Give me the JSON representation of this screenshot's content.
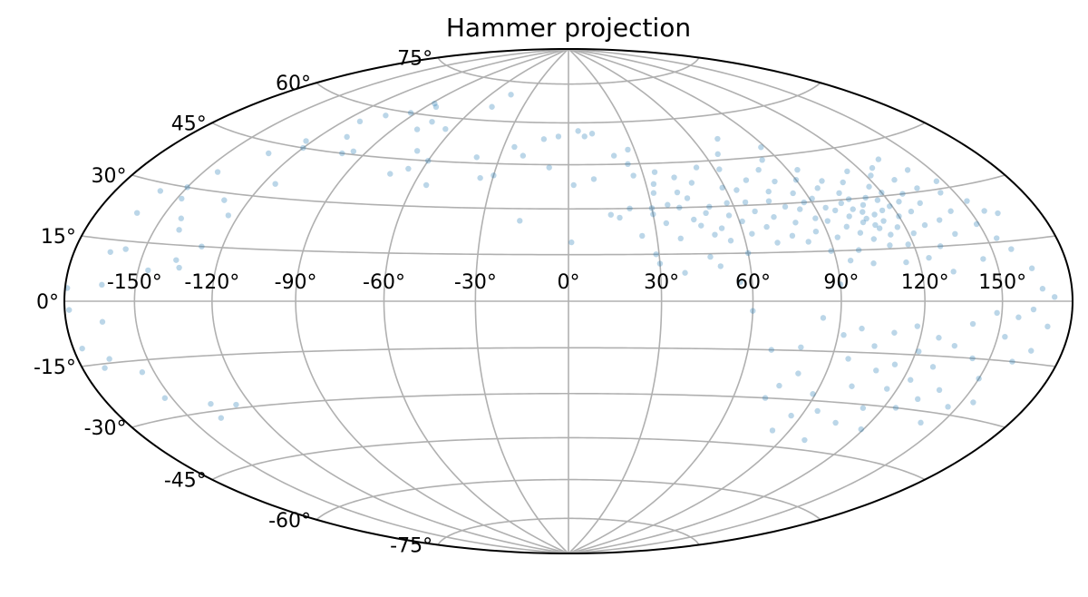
{
  "chart_data": {
    "type": "scatter",
    "projection": "hammer",
    "title": "Hammer projection",
    "grid": true,
    "lon_ticks": [
      -150,
      -120,
      -90,
      -60,
      -30,
      0,
      30,
      60,
      90,
      120,
      150
    ],
    "lon_tick_labels": [
      "-150°",
      "-120°",
      "-90°",
      "-60°",
      "-30°",
      "0°",
      "30°",
      "60°",
      "90°",
      "120°",
      "150°"
    ],
    "lat_ticks": [
      -75,
      -60,
      -45,
      -30,
      -15,
      0,
      15,
      30,
      45,
      60,
      75
    ],
    "lat_tick_labels": [
      "-75°",
      "-60°",
      "-45°",
      "-30°",
      "-15°",
      "0°",
      "15°",
      "30°",
      "45°",
      "60°",
      "75°"
    ],
    "point_color": "#1f77b4",
    "point_alpha": 0.3,
    "series": [
      {
        "points": [
          [
            -179,
            3
          ],
          [
            -178,
            -2
          ],
          [
            -176,
            -11
          ],
          [
            -170,
            -16
          ],
          [
            -166,
            -14
          ],
          [
            -164,
            -5
          ],
          [
            -164,
            4
          ],
          [
            -164,
            12
          ],
          [
            -162,
            22
          ],
          [
            -160,
            28
          ],
          [
            -158,
            13
          ],
          [
            -155,
            -18
          ],
          [
            -153,
            -25
          ],
          [
            -150,
            30
          ],
          [
            -148,
            27
          ],
          [
            -146,
            8
          ],
          [
            -144,
            35
          ],
          [
            -142,
            22
          ],
          [
            -140,
            19
          ],
          [
            -137,
            -32
          ],
          [
            -136,
            -28
          ],
          [
            -136,
            11
          ],
          [
            -134,
            9
          ],
          [
            -132,
            42
          ],
          [
            -130,
            28
          ],
          [
            -128,
            15
          ],
          [
            -126,
            -29
          ],
          [
            -124,
            24
          ],
          [
            -123,
            47
          ],
          [
            -120,
            45
          ],
          [
            -115,
            34
          ],
          [
            -112,
            55
          ],
          [
            -107,
            50
          ],
          [
            -104,
            58
          ],
          [
            -100,
            45
          ],
          [
            -96,
            46
          ],
          [
            -93,
            60
          ],
          [
            -88,
            64
          ],
          [
            -84,
            63
          ],
          [
            -78,
            55
          ],
          [
            -75,
            58
          ],
          [
            -72,
            40
          ],
          [
            -68,
            48
          ],
          [
            -66,
            42
          ],
          [
            -64,
            56
          ],
          [
            -60,
            45
          ],
          [
            -55,
            37
          ],
          [
            -50,
            65
          ],
          [
            -45,
            70
          ],
          [
            -40,
            47
          ],
          [
            -35,
            40
          ],
          [
            -30,
            41
          ],
          [
            -25,
            51
          ],
          [
            -20,
            48
          ],
          [
            -17,
            26
          ],
          [
            -12,
            54
          ],
          [
            -8,
            44
          ],
          [
            -5,
            55
          ],
          [
            1,
            19
          ],
          [
            2,
            38
          ],
          [
            5,
            57
          ],
          [
            8,
            55
          ],
          [
            10,
            40
          ],
          [
            12,
            56
          ],
          [
            15,
            28
          ],
          [
            18,
            27
          ],
          [
            20,
            48
          ],
          [
            22,
            30
          ],
          [
            25,
            45
          ],
          [
            25,
            21
          ],
          [
            26,
            41
          ],
          [
            27,
            50
          ],
          [
            29,
            15
          ],
          [
            30,
            30
          ],
          [
            30,
            28
          ],
          [
            30,
            12
          ],
          [
            32,
            35
          ],
          [
            33,
            38
          ],
          [
            34,
            25
          ],
          [
            35,
            42
          ],
          [
            36,
            31
          ],
          [
            38,
            20
          ],
          [
            38,
            9
          ],
          [
            40,
            30
          ],
          [
            41,
            35
          ],
          [
            42,
            40
          ],
          [
            44,
            26
          ],
          [
            44,
            33
          ],
          [
            46,
            24
          ],
          [
            47,
            14
          ],
          [
            48,
            38
          ],
          [
            49,
            28
          ],
          [
            50,
            21
          ],
          [
            50,
            11
          ],
          [
            51,
            30
          ],
          [
            53,
            23
          ],
          [
            53,
            43
          ],
          [
            55,
            19
          ],
          [
            56,
            6
          ],
          [
            57,
            27
          ],
          [
            58,
            31
          ],
          [
            59,
            36
          ],
          [
            60,
            15
          ],
          [
            60,
            -3
          ],
          [
            61,
            25
          ],
          [
            62,
            42
          ],
          [
            63,
            21
          ],
          [
            64,
            35
          ],
          [
            65,
            31
          ],
          [
            66,
            47
          ],
          [
            67,
            28
          ],
          [
            68,
            -15
          ],
          [
            69,
            23
          ],
          [
            70,
            38
          ],
          [
            71,
            18
          ],
          [
            72,
            52
          ],
          [
            72,
            -30
          ],
          [
            73,
            26
          ],
          [
            74,
            31
          ],
          [
            75,
            -26
          ],
          [
            76,
            34
          ],
          [
            77,
            20
          ],
          [
            78,
            41
          ],
          [
            78,
            -14
          ],
          [
            79,
            29
          ],
          [
            80,
            24
          ],
          [
            80,
            -22
          ],
          [
            81,
            37
          ],
          [
            82,
            18
          ],
          [
            83,
            44
          ],
          [
            83,
            -40
          ],
          [
            84,
            -5
          ],
          [
            84,
            28
          ],
          [
            85,
            33
          ],
          [
            86,
            21
          ],
          [
            86,
            -35
          ],
          [
            87,
            30
          ],
          [
            88,
            25
          ],
          [
            88,
            48
          ],
          [
            89,
            15
          ],
          [
            89,
            -28
          ],
          [
            90,
            37
          ],
          [
            90,
            5
          ],
          [
            91,
            31
          ],
          [
            92,
            24
          ],
          [
            92,
            -10
          ],
          [
            93,
            19
          ],
          [
            94,
            28
          ],
          [
            94,
            40
          ],
          [
            95,
            -33
          ],
          [
            95,
            12
          ],
          [
            96,
            34
          ],
          [
            96,
            -17
          ],
          [
            97,
            27
          ],
          [
            98,
            22
          ],
          [
            98,
            -8
          ],
          [
            99,
            15
          ],
          [
            100,
            36
          ],
          [
            100,
            -42
          ],
          [
            101,
            29
          ],
          [
            101,
            25
          ],
          [
            102,
            20
          ],
          [
            102,
            -25
          ],
          [
            103,
            32
          ],
          [
            103,
            11
          ],
          [
            104,
            27
          ],
          [
            104,
            -13
          ],
          [
            105,
            23
          ],
          [
            105,
            30
          ],
          [
            106,
            -36
          ],
          [
            106,
            18
          ],
          [
            107,
            26
          ],
          [
            107,
            24
          ],
          [
            108,
            35
          ],
          [
            108,
            -20
          ],
          [
            109,
            22
          ],
          [
            109,
            28
          ],
          [
            110,
            21
          ],
          [
            110,
            -9
          ],
          [
            111,
            25
          ],
          [
            111,
            16
          ],
          [
            112,
            30
          ],
          [
            112,
            -31
          ],
          [
            113,
            23
          ],
          [
            113,
            19
          ],
          [
            114,
            38
          ],
          [
            114,
            -18
          ],
          [
            115,
            26
          ],
          [
            115,
            11
          ],
          [
            116,
            29
          ],
          [
            116,
            -25
          ],
          [
            117,
            21
          ],
          [
            117,
            33
          ],
          [
            118,
            -7
          ],
          [
            118,
            16
          ],
          [
            119,
            27
          ],
          [
            119,
            -37
          ],
          [
            120,
            24
          ],
          [
            120,
            31
          ],
          [
            121,
            -14
          ],
          [
            122,
            19
          ],
          [
            122,
            36
          ],
          [
            123,
            -22
          ],
          [
            124,
            28
          ],
          [
            124,
            12
          ],
          [
            125,
            -30
          ],
          [
            126,
            25
          ],
          [
            126,
            38
          ],
          [
            127,
            -10
          ],
          [
            128,
            30
          ],
          [
            128,
            21
          ],
          [
            129,
            -18
          ],
          [
            130,
            34
          ],
          [
            130,
            15
          ],
          [
            131,
            -27
          ],
          [
            132,
            27
          ],
          [
            132,
            8
          ],
          [
            133,
            40
          ],
          [
            134,
            -12
          ],
          [
            135,
            22
          ],
          [
            136,
            31
          ],
          [
            137,
            -24
          ],
          [
            138,
            18
          ],
          [
            139,
            -6
          ],
          [
            140,
            36
          ],
          [
            141,
            -33
          ],
          [
            142,
            24
          ],
          [
            143,
            -15
          ],
          [
            144,
            29
          ],
          [
            145,
            11
          ],
          [
            146,
            -28
          ],
          [
            147,
            32
          ],
          [
            148,
            -3
          ],
          [
            149,
            20
          ],
          [
            150,
            -20
          ],
          [
            152,
            26
          ],
          [
            153,
            -9
          ],
          [
            154,
            16
          ],
          [
            155,
            -26
          ],
          [
            156,
            23
          ],
          [
            157,
            -4
          ],
          [
            158,
            13
          ],
          [
            160,
            -15
          ],
          [
            161,
            22
          ],
          [
            163,
            -2
          ],
          [
            164,
            8
          ],
          [
            166,
            -12
          ],
          [
            167,
            3
          ],
          [
            170,
            -6
          ],
          [
            172,
            1
          ]
        ]
      }
    ]
  }
}
